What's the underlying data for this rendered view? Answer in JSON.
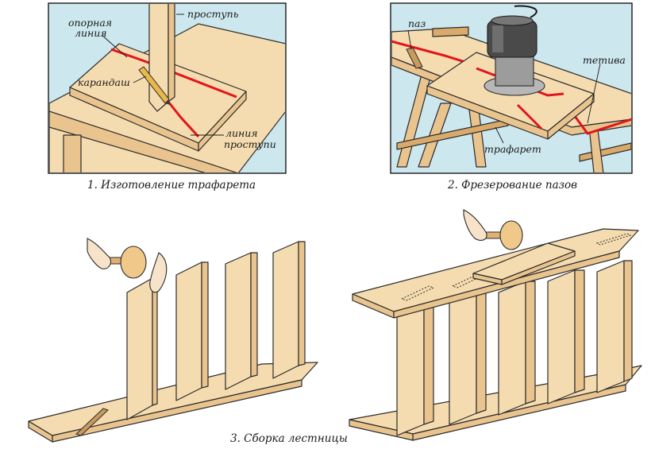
{
  "panels": [
    {
      "caption": "1. Изготовление трафарета",
      "labels": {
        "riser": "проступь",
        "ref_line_1": "опорная",
        "ref_line_2": "линия",
        "pencil": "карандаш",
        "riser_line_1": "линия",
        "riser_line_2": "проступи"
      }
    },
    {
      "caption": "2. Фрезерование пазов",
      "labels": {
        "groove": "паз",
        "stringer": "тетива",
        "template": "трафарет"
      }
    },
    {
      "caption": "3. Сборка лестницы"
    }
  ],
  "colors": {
    "panel_bg": "#cde7ef",
    "wood_light": "#f5dcb0",
    "wood_mid": "#e9c48e",
    "wood_dark": "#d9aa6c",
    "marking": "#e3141b"
  }
}
